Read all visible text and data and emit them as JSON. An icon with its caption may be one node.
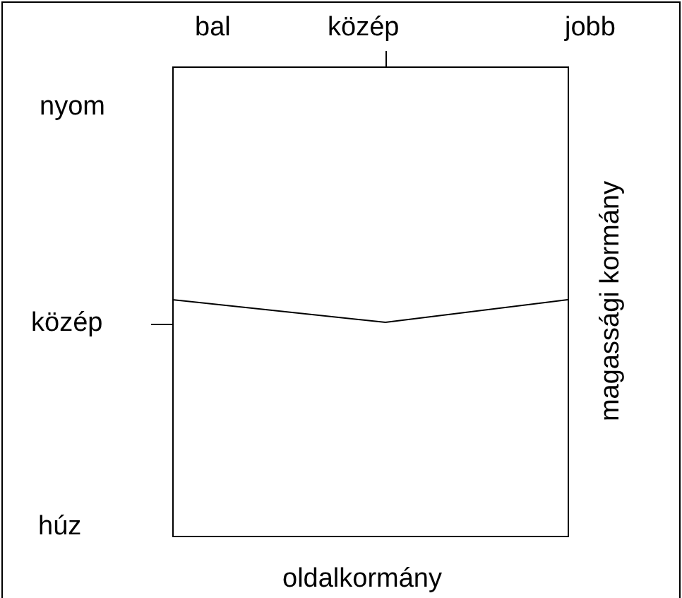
{
  "diagram": {
    "labels": [
      "bal",
      "közép",
      "jobb",
      "nyom",
      "közép",
      "húz",
      "oldalkormány",
      "magassági kormány"
    ]
  }
}
